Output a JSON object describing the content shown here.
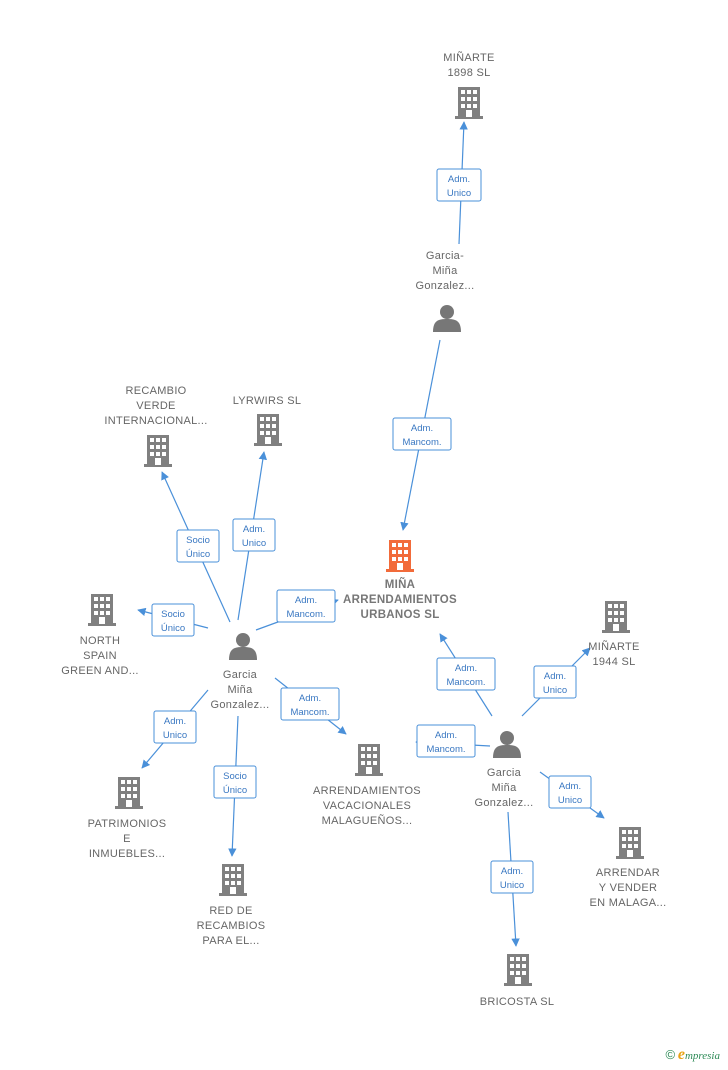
{
  "colors": {
    "edge": "#4a90d9",
    "company": "#808080",
    "focus_company": "#f26b3a",
    "person": "#777777"
  },
  "nodes": [
    {
      "id": "minarte1898",
      "type": "company",
      "label": [
        "MIÑARTE",
        "1898  SL"
      ]
    },
    {
      "id": "garcia_top",
      "type": "person",
      "label": [
        "Garcia-",
        "Miña",
        "Gonzalez..."
      ]
    },
    {
      "id": "main",
      "type": "company",
      "focus": true,
      "label": [
        "MIÑA",
        "ARRENDAMIENTOS",
        "URBANOS  SL"
      ]
    },
    {
      "id": "recambio",
      "type": "company",
      "label": [
        "RECAMBIO",
        "VERDE",
        "INTERNACIONAL..."
      ]
    },
    {
      "id": "lyrwirs",
      "type": "company",
      "label": [
        "LYRWIRS  SL"
      ]
    },
    {
      "id": "northspain",
      "type": "company",
      "label": [
        "NORTH",
        "SPAIN",
        "GREEN AND..."
      ]
    },
    {
      "id": "garcia_left",
      "type": "person",
      "label": [
        "Garcia",
        "Miña",
        "Gonzalez..."
      ]
    },
    {
      "id": "patrimonios",
      "type": "company",
      "label": [
        "PATRIMONIOS",
        "E",
        "INMUEBLES..."
      ]
    },
    {
      "id": "red",
      "type": "company",
      "label": [
        "RED DE",
        "RECAMBIOS",
        "PARA EL..."
      ]
    },
    {
      "id": "arrvac",
      "type": "company",
      "label": [
        "ARRENDAMIENTOS",
        "VACACIONALES",
        "MALAGUEÑOS..."
      ]
    },
    {
      "id": "minarte1944",
      "type": "company",
      "label": [
        "MIÑARTE",
        "1944  SL"
      ]
    },
    {
      "id": "garcia_right",
      "type": "person",
      "label": [
        "Garcia",
        "Miña",
        "Gonzalez..."
      ]
    },
    {
      "id": "arrendar",
      "type": "company",
      "label": [
        "ARRENDAR",
        "Y VENDER",
        "EN MALAGA..."
      ]
    },
    {
      "id": "bricosta",
      "type": "company",
      "label": [
        "BRICOSTA  SL"
      ]
    }
  ],
  "edges": [
    {
      "from": "garcia_top",
      "to": "minarte1898",
      "label": [
        "Adm.",
        "Unico"
      ]
    },
    {
      "from": "garcia_top",
      "to": "main",
      "label": [
        "Adm.",
        "Mancom."
      ]
    },
    {
      "from": "garcia_left",
      "to": "recambio",
      "label": [
        "Socio",
        "Único"
      ]
    },
    {
      "from": "garcia_left",
      "to": "lyrwirs",
      "label": [
        "Adm.",
        "Unico"
      ]
    },
    {
      "from": "garcia_left",
      "to": "northspain",
      "label": [
        "Socio",
        "Único"
      ]
    },
    {
      "from": "garcia_left",
      "to": "main",
      "label": [
        "Adm.",
        "Mancom."
      ]
    },
    {
      "from": "garcia_left",
      "to": "patrimonios",
      "label": [
        "Adm.",
        "Unico"
      ]
    },
    {
      "from": "garcia_left",
      "to": "red",
      "label": [
        "Socio",
        "Único"
      ]
    },
    {
      "from": "garcia_left",
      "to": "arrvac",
      "label": [
        "Adm.",
        "Mancom."
      ]
    },
    {
      "from": "garcia_right",
      "to": "main",
      "label": [
        "Adm.",
        "Mancom."
      ]
    },
    {
      "from": "garcia_right",
      "to": "minarte1944",
      "label": [
        "Adm.",
        "Unico"
      ]
    },
    {
      "from": "garcia_right",
      "to": "garcia_left",
      "label": [
        "Adm.",
        "Mancom."
      ]
    },
    {
      "from": "garcia_right",
      "to": "arrendar",
      "label": [
        "Adm.",
        "Unico"
      ]
    },
    {
      "from": "garcia_right",
      "to": "bricosta",
      "label": [
        "Adm.",
        "Unico"
      ]
    }
  ],
  "brand": {
    "copyright": "©",
    "e": "e",
    "name": "mpresia"
  }
}
